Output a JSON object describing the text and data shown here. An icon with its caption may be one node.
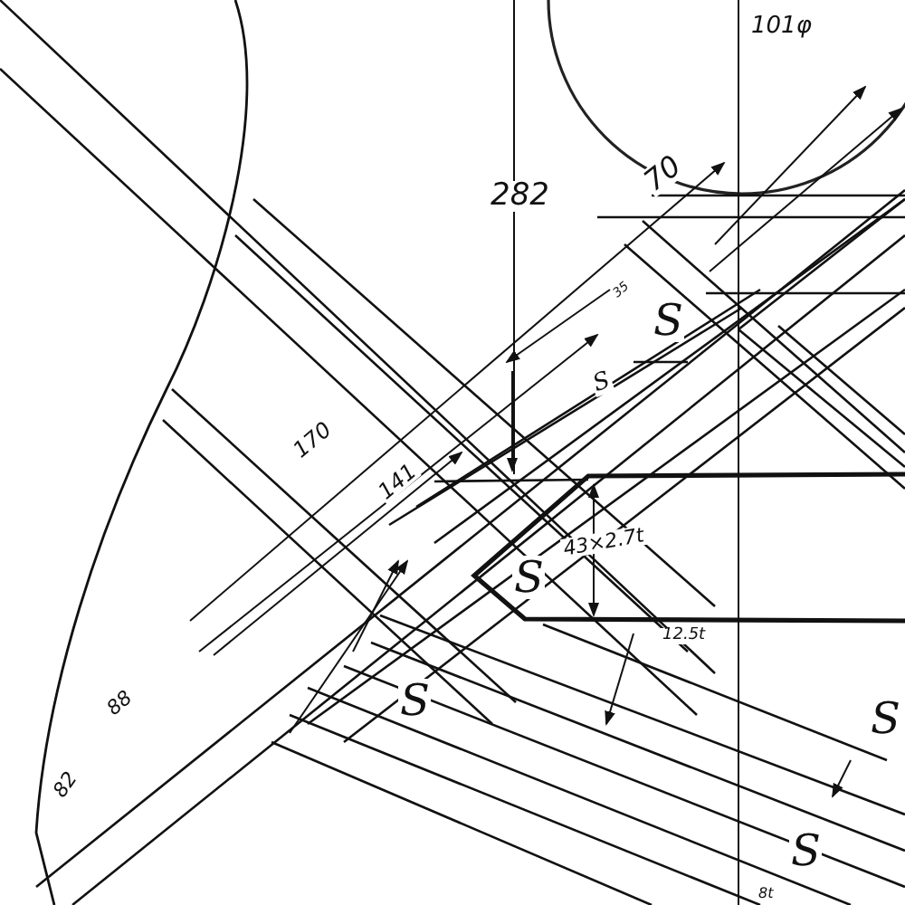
{
  "diagram": {
    "labels": [
      "101φ",
      "70",
      "282",
      "35",
      "S",
      "S",
      "170",
      "141",
      "43×2.7t",
      "S",
      "12.5t",
      "88",
      "S",
      "S",
      "82",
      "S",
      "8t"
    ]
  }
}
